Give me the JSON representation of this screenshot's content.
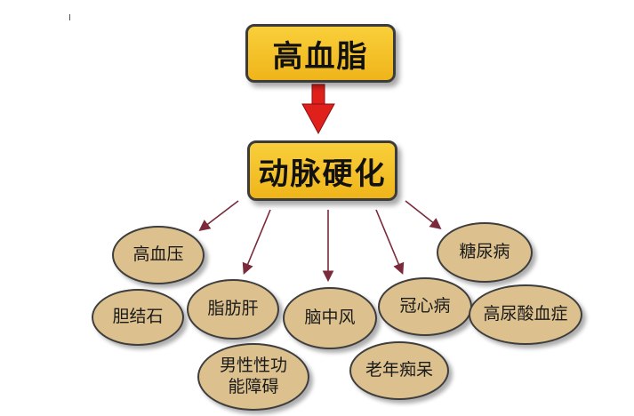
{
  "top_box": "高血脂",
  "middle_box": "动脉硬化",
  "nodes": [
    {
      "id": "gaoxueya",
      "label": "高血压"
    },
    {
      "id": "danjieshi",
      "label": "胆结石"
    },
    {
      "id": "zhifanggan",
      "label": "脂肪肝"
    },
    {
      "id": "naozhongfeng",
      "label": "脑中风"
    },
    {
      "id": "guanxinbing",
      "label": "冠心病"
    },
    {
      "id": "tangniaobing",
      "label": "糖尿病"
    },
    {
      "id": "gaoniaosuan",
      "label": "高尿酸血症"
    },
    {
      "id": "nanxing",
      "label": "男性性功能障碍"
    },
    {
      "id": "laonian",
      "label": "老年痴呆"
    }
  ],
  "colors": {
    "box_fill": "#f5c22b",
    "ellipse_fill": "#dcc18e",
    "down_arrow": "#e0201a",
    "branch_arrow": "#7a2a3a"
  }
}
